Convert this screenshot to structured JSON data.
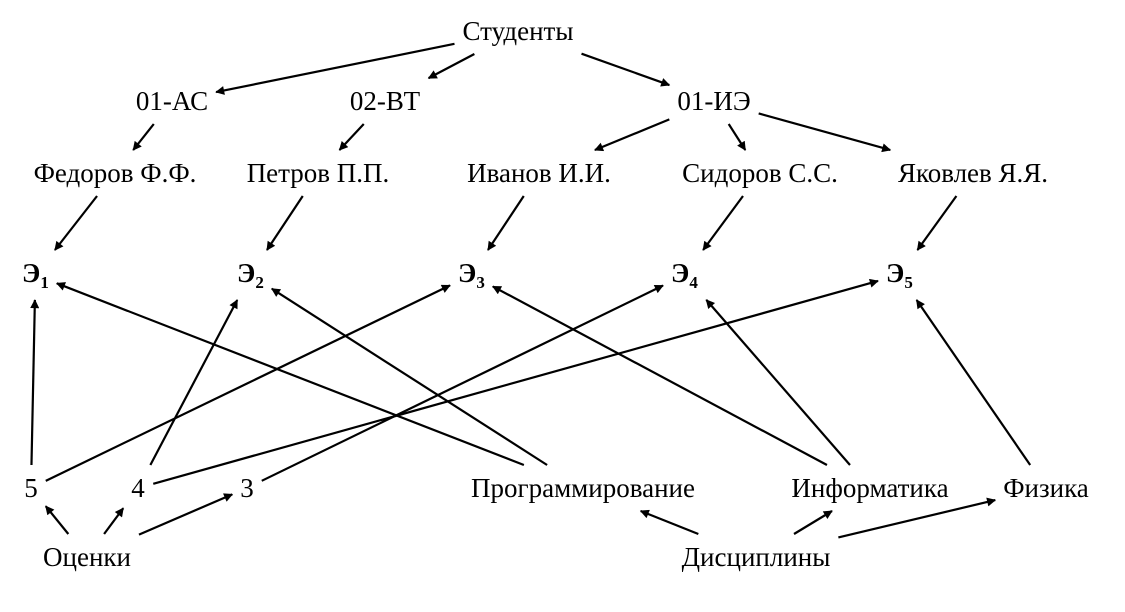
{
  "root": {
    "label": "Студенты"
  },
  "groups": [
    {
      "id": "g1",
      "label": "01-АС"
    },
    {
      "id": "g2",
      "label": "02-ВТ"
    },
    {
      "id": "g3",
      "label": "01-ИЭ"
    }
  ],
  "students": [
    {
      "id": "s1",
      "label": "Федоров Ф.Ф."
    },
    {
      "id": "s2",
      "label": "Петров П.П."
    },
    {
      "id": "s3",
      "label": "Иванов И.И."
    },
    {
      "id": "s4",
      "label": "Сидоров С.С."
    },
    {
      "id": "s5",
      "label": "Яковлев Я.Я."
    }
  ],
  "elements": [
    {
      "id": "e1",
      "symbol": "Э",
      "index": "1"
    },
    {
      "id": "e2",
      "symbol": "Э",
      "index": "2"
    },
    {
      "id": "e3",
      "symbol": "Э",
      "index": "3"
    },
    {
      "id": "e4",
      "symbol": "Э",
      "index": "4"
    },
    {
      "id": "e5",
      "symbol": "Э",
      "index": "5"
    }
  ],
  "grades": [
    {
      "id": "r5",
      "label": "5"
    },
    {
      "id": "r4",
      "label": "4"
    },
    {
      "id": "r3",
      "label": "3"
    }
  ],
  "grades_root": {
    "label": "Оценки"
  },
  "disciplines": [
    {
      "id": "d1",
      "label": "Программирование"
    },
    {
      "id": "d2",
      "label": "Информатика"
    },
    {
      "id": "d3",
      "label": "Физика"
    }
  ],
  "disciplines_root": {
    "label": "Дисциплины"
  },
  "edges": [
    [
      "root",
      "g1"
    ],
    [
      "root",
      "g2"
    ],
    [
      "root",
      "g3"
    ],
    [
      "g1",
      "s1"
    ],
    [
      "g2",
      "s2"
    ],
    [
      "g3",
      "s3"
    ],
    [
      "g3",
      "s4"
    ],
    [
      "g3",
      "s5"
    ],
    [
      "s1",
      "e1"
    ],
    [
      "s2",
      "e2"
    ],
    [
      "s3",
      "e3"
    ],
    [
      "s4",
      "e4"
    ],
    [
      "s5",
      "e5"
    ],
    [
      "grades_root",
      "r5"
    ],
    [
      "grades_root",
      "r4"
    ],
    [
      "grades_root",
      "r3"
    ],
    [
      "disciplines_root",
      "d1"
    ],
    [
      "disciplines_root",
      "d2"
    ],
    [
      "disciplines_root",
      "d3"
    ],
    [
      "r5",
      "e1"
    ],
    [
      "r5",
      "e3"
    ],
    [
      "r4",
      "e2"
    ],
    [
      "r4",
      "e5"
    ],
    [
      "r3",
      "e4"
    ],
    [
      "d1",
      "e1"
    ],
    [
      "d1",
      "e2"
    ],
    [
      "d2",
      "e3"
    ],
    [
      "d2",
      "e4"
    ],
    [
      "d3",
      "e5"
    ]
  ]
}
